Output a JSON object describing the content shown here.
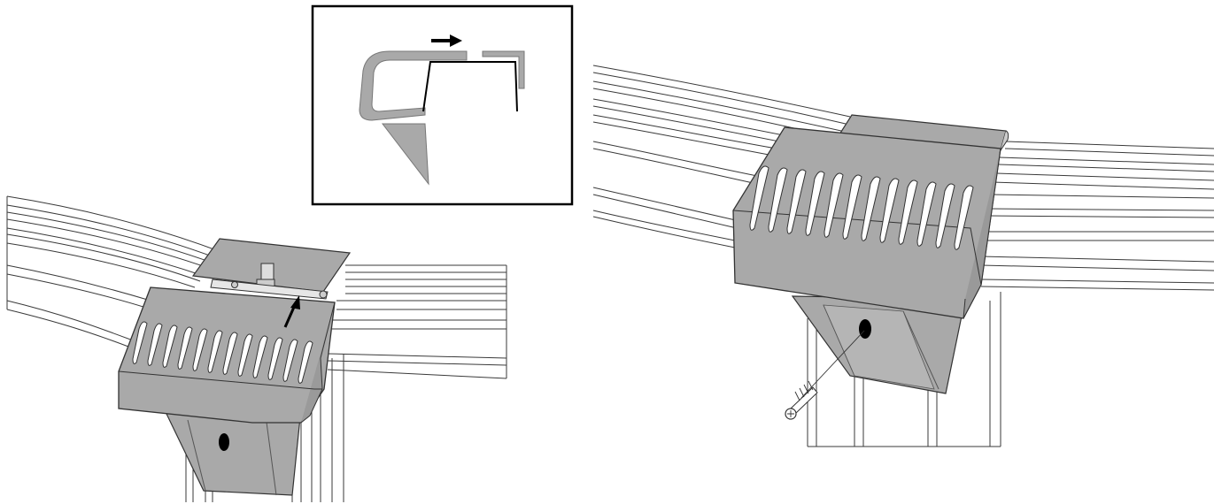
{
  "figure": {
    "panels": [
      "step-1-clip-snap-on",
      "detail-inset-slide-direction",
      "step-2-screw-fixing"
    ],
    "colors": {
      "part_fill": "#a9a9a9",
      "part_stroke": "#333333",
      "rail_stroke": "#3a3a3a",
      "background": "#ffffff",
      "hole": "#000000"
    },
    "icons": [
      "arrow-up-icon",
      "arrow-right-icon",
      "screw-icon"
    ]
  }
}
